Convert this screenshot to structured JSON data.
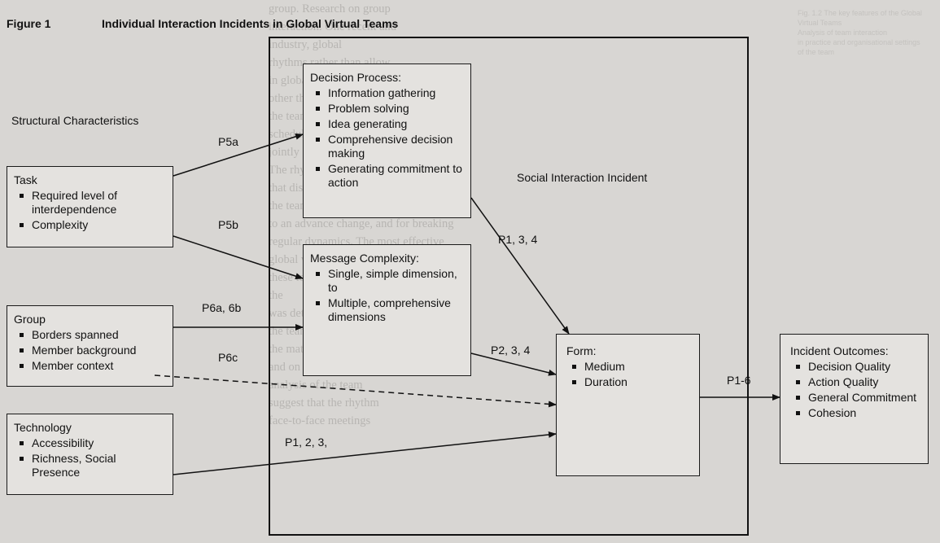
{
  "figure": {
    "label": "Figure 1",
    "title": "Individual Interaction Incidents in Global Virtual Teams"
  },
  "structural_title": "Structural Characteristics",
  "task": {
    "title": "Task",
    "items": [
      "Required level of interdependence",
      "Complexity"
    ]
  },
  "group": {
    "title": "Group",
    "items": [
      "Borders spanned",
      "Member background",
      "Member context"
    ]
  },
  "technology": {
    "title": "Technology",
    "items": [
      "Accessibility",
      "Richness, Social Presence"
    ]
  },
  "decision": {
    "title": "Decision Process:",
    "items": [
      "Information gathering",
      "Problem solving",
      "Idea generating",
      "Comprehensive decision making",
      "Generating commitment to action"
    ]
  },
  "message": {
    "title": "Message Complexity:",
    "items": [
      "Single, simple dimension, to",
      "Multiple, comprehensive dimensions"
    ]
  },
  "social_label": "Social Interaction Incident",
  "form": {
    "title": "Form:",
    "items": [
      "Medium",
      "Duration"
    ]
  },
  "outcomes": {
    "title": "Incident Outcomes:",
    "items": [
      "Decision Quality",
      "Action Quality",
      "General Commitment",
      "Cohesion"
    ]
  },
  "arrow_labels": {
    "p5a": "P5a",
    "p5b": "P5b",
    "p6ab": "P6a, 6b",
    "p6c": "P6c",
    "p123": "P1, 2, 3,",
    "p134": "P1, 3, 4",
    "p234": "P2, 3, 4",
    "p16": "P1-6"
  },
  "background_text": [
    "                                      group. Research on group",
    "                              interaction. One recent and",
    "                              industry, global",
    "                              rhythms rather than allow",
    "                              in global virtual teams",
    "                              other than through. Having",
    "                              the team, can only",
    "                              schedule next week or",
    "                              jointly",
    "The rhythm also results the team",
    "that distribute the task, but",
    "the team of deadlines for time in",
    "to an advance change, and for breaking",
    "regular dynamics. The most effective",
    "global virtual teams in",
    "these teams was",
    "the",
    "        was detected in different",
    "        the team both",
    "        the matter that",
    "        and on the team",
    "        analysis of the team",
    "        suggest that the rhythm",
    "        face-to-face meetings"
  ],
  "right_faded_text": [
    "Fig. 1.2   The key features of the Global Virtual Teams",
    "Analysis of team interaction",
    "in practice and organisational settings",
    "of the team"
  ]
}
